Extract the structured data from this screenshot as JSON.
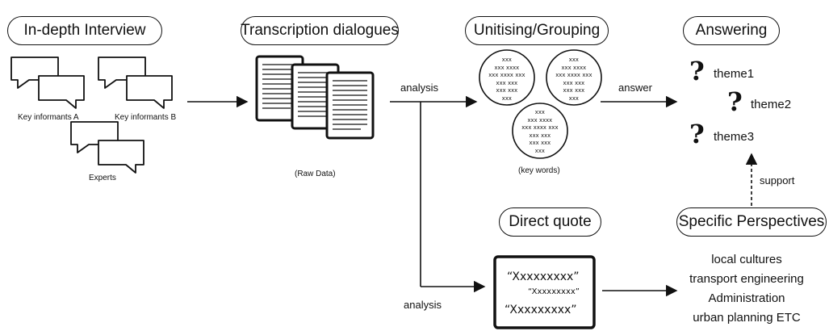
{
  "stages": {
    "interview": "In-depth Interview",
    "transcription": "Transcription dialogues",
    "unitising": "Unitising/Grouping",
    "answering": "Answering",
    "direct_quote": "Direct quote",
    "specific_perspectives": "Specific Perspectives"
  },
  "informants": {
    "a": "Key informants A",
    "b": "Key informants B",
    "experts": "Experts"
  },
  "captions": {
    "raw_data": "(Raw Data)",
    "key_words": "(key words)"
  },
  "edges": {
    "analysis_top": "analysis",
    "analysis_bottom": "analysis",
    "answer": "answer",
    "support": "support"
  },
  "keyword_cluster": {
    "lines": [
      "xxx",
      "xxx  xxxx",
      "xxx xxxx  xxx",
      "xxx   xxx",
      "xxx  xxx",
      "xxx"
    ]
  },
  "themes": {
    "mark": "?",
    "items": [
      "theme1",
      "theme2",
      "theme3"
    ]
  },
  "quotes": {
    "q1": "“Xxxxxxxxx”",
    "q2": "“Xxxxxxxxx”",
    "q3": "“Xxxxxxxxx”"
  },
  "perspectives": {
    "items": [
      "local cultures",
      "transport engineering",
      "Administration",
      "urban planning  ETC"
    ]
  }
}
